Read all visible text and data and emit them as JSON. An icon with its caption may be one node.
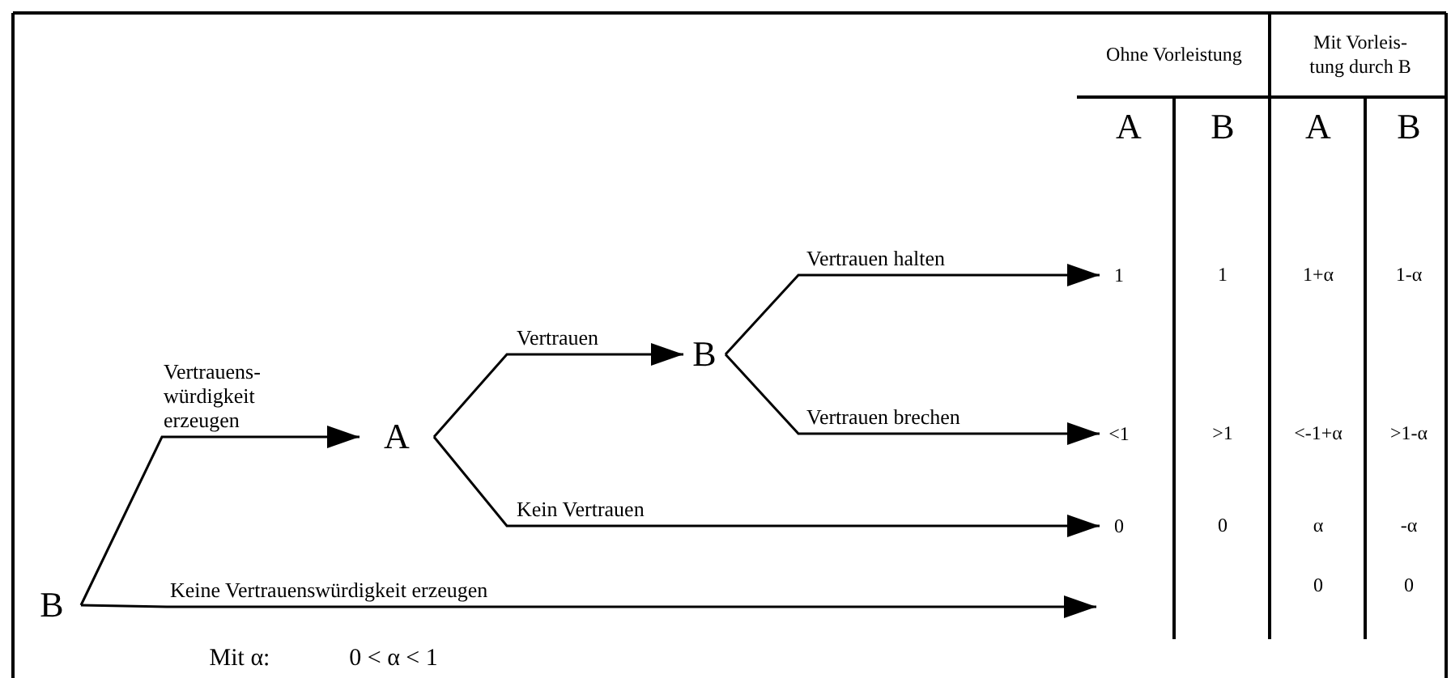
{
  "diagram": {
    "nodes": [
      {
        "text": [
          "B"
        ]
      },
      {
        "text": [
          "A"
        ]
      },
      {
        "text": [
          "B"
        ]
      },
      {
        "text": [
          "1"
        ]
      },
      {
        "text": [
          "<1"
        ]
      },
      {
        "text": [
          "0"
        ]
      }
    ],
    "edges": [
      {
        "from": 0,
        "to": 1,
        "arrow": "to",
        "label": "Vertrauens- würdigkeit erzeugen"
      },
      {
        "from": 1,
        "to": 2,
        "arrow": "to",
        "label": "Vertrauen"
      },
      {
        "from": 2,
        "to": 3,
        "arrow": "to",
        "label": "Vertrauen halten"
      },
      {
        "from": 2,
        "to": 4,
        "arrow": "to",
        "label": "Vertrauen brechen"
      },
      {
        "from": 1,
        "to": 5,
        "arrow": "to",
        "label": "Kein Vertrauen"
      },
      {
        "from": 0,
        "to": null,
        "arrow": "to",
        "label": "Keine Vertrauenswürdigkeit erzeugen"
      }
    ],
    "labels": [
      "Ohne Vorleistung",
      "Mit Vorleis- tung durch B",
      "A",
      "B",
      "A",
      "B",
      "1",
      "1+α",
      "1-α",
      ">1",
      "<-1+α",
      ">1-α",
      "0",
      "α",
      "-α",
      "0",
      "0",
      "Mit α:",
      "0 < α < 1"
    ]
  }
}
